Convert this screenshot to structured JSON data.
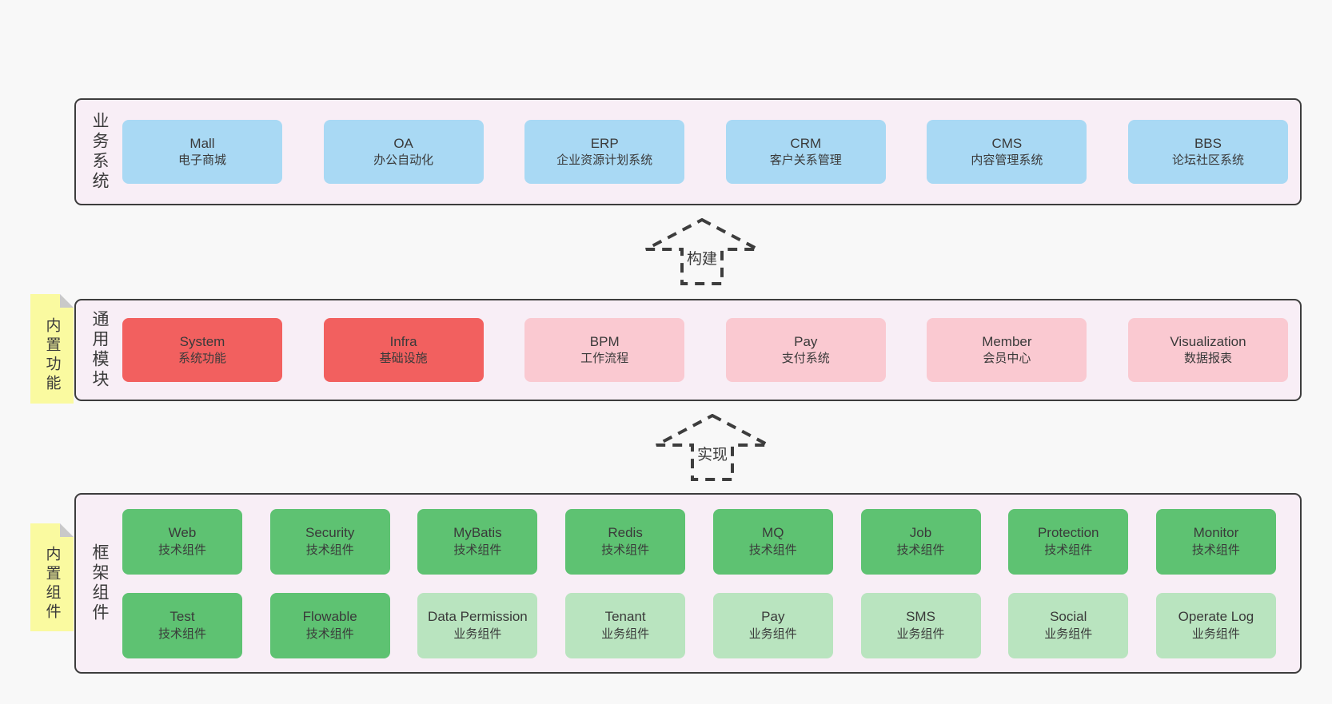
{
  "colors": {
    "page_bg": "#f8f8f8",
    "section_bg": "#f8eef6",
    "border_dark": "#3d3d3d",
    "blue_box": "#a9d9f4",
    "red_box": "#f2605f",
    "pink_box": "#fac9d1",
    "green_dark_box": "#5ec272",
    "green_light_box": "#b9e4bf",
    "sticky_yellow": "#fafaa0",
    "text": "#3a3a3a"
  },
  "business": {
    "label": "业务系统",
    "boxes": [
      {
        "name": "Mall",
        "desc": "电子商城"
      },
      {
        "name": "OA",
        "desc": "办公自动化"
      },
      {
        "name": "ERP",
        "desc": "企业资源计划系统"
      },
      {
        "name": "CRM",
        "desc": "客户关系管理"
      },
      {
        "name": "CMS",
        "desc": "内容管理系统"
      },
      {
        "name": "BBS",
        "desc": "论坛社区系统"
      }
    ]
  },
  "arrow_build": {
    "label": "构建"
  },
  "modules": {
    "label": "通用模块",
    "sticky": "内置功能",
    "boxes": [
      {
        "name": "System",
        "desc": "系统功能"
      },
      {
        "name": "Infra",
        "desc": "基础设施"
      },
      {
        "name": "BPM",
        "desc": "工作流程"
      },
      {
        "name": "Pay",
        "desc": "支付系统"
      },
      {
        "name": "Member",
        "desc": "会员中心"
      },
      {
        "name": "Visualization",
        "desc": "数据报表"
      }
    ]
  },
  "arrow_implement": {
    "label": "实现"
  },
  "framework": {
    "label": "框架组件",
    "sticky": "内置组件",
    "row1": [
      {
        "name": "Web",
        "desc": "技术组件"
      },
      {
        "name": "Security",
        "desc": "技术组件"
      },
      {
        "name": "MyBatis",
        "desc": "技术组件"
      },
      {
        "name": "Redis",
        "desc": "技术组件"
      },
      {
        "name": "MQ",
        "desc": "技术组件"
      },
      {
        "name": "Job",
        "desc": "技术组件"
      },
      {
        "name": "Protection",
        "desc": "技术组件"
      },
      {
        "name": "Monitor",
        "desc": "技术组件"
      }
    ],
    "row2": [
      {
        "name": "Test",
        "desc": "技术组件"
      },
      {
        "name": "Flowable",
        "desc": "技术组件"
      },
      {
        "name": "Data Permission",
        "desc": "业务组件"
      },
      {
        "name": "Tenant",
        "desc": "业务组件"
      },
      {
        "name": "Pay",
        "desc": "业务组件"
      },
      {
        "name": "SMS",
        "desc": "业务组件"
      },
      {
        "name": "Social",
        "desc": "业务组件"
      },
      {
        "name": "Operate Log",
        "desc": "业务组件"
      }
    ]
  }
}
